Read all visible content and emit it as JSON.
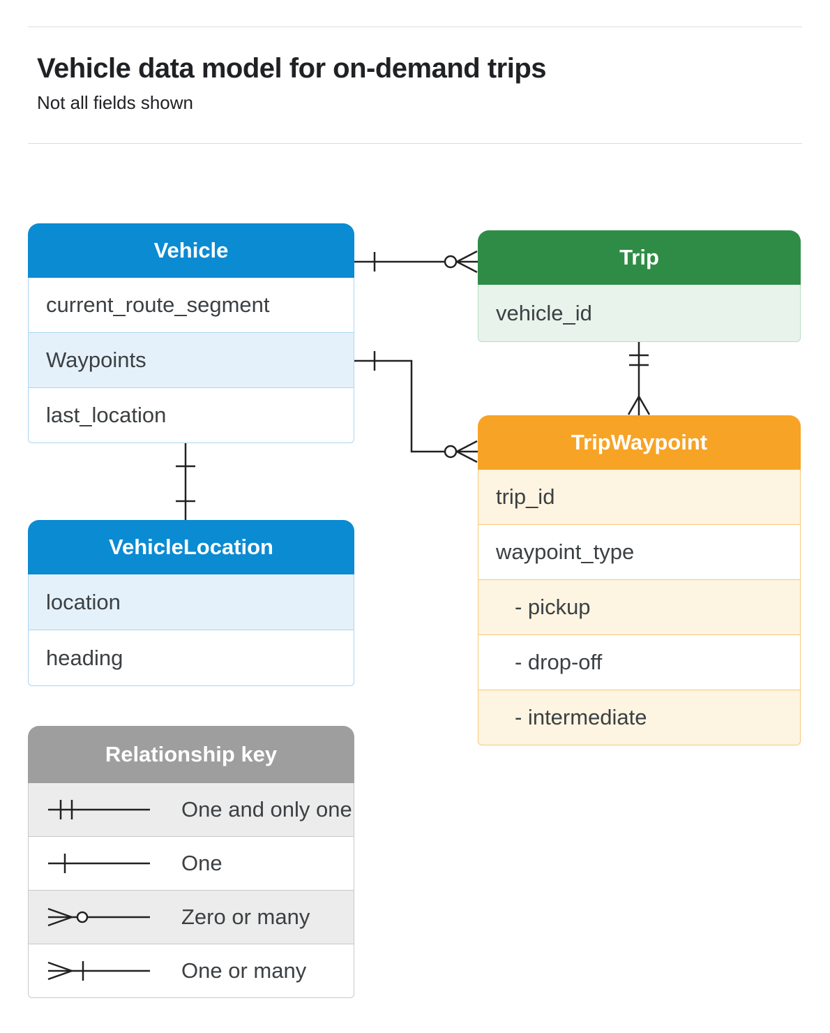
{
  "page": {
    "title": "Vehicle data model for on-demand trips",
    "subtitle": "Not all fields shown"
  },
  "tables": {
    "vehicle": {
      "title": "Vehicle",
      "rows": [
        "current_route_segment",
        "Waypoints",
        "last_location"
      ]
    },
    "trip": {
      "title": "Trip",
      "rows": [
        "vehicle_id"
      ]
    },
    "tripwaypoint": {
      "title": "TripWaypoint",
      "rows": [
        "trip_id",
        "waypoint_type",
        "- pickup",
        "- drop-off",
        "- intermediate"
      ]
    },
    "vehiclelocation": {
      "title": "VehicleLocation",
      "rows": [
        "location",
        "heading"
      ]
    }
  },
  "key": {
    "title": "Relationship key",
    "items": [
      {
        "label": "One and only one",
        "symbol": "one-and-only-one-icon"
      },
      {
        "label": "One",
        "symbol": "one-icon"
      },
      {
        "label": "Zero or many",
        "symbol": "zero-or-many-icon"
      },
      {
        "label": "One or many",
        "symbol": "one-or-many-icon"
      }
    ]
  },
  "relationships": [
    {
      "from": "Vehicle",
      "to": "Trip",
      "from_cardinality": "one",
      "to_cardinality": "zero-or-many"
    },
    {
      "from": "Vehicle.Waypoints",
      "to": "TripWaypoint",
      "from_cardinality": "one",
      "to_cardinality": "zero-or-many"
    },
    {
      "from": "Trip",
      "to": "TripWaypoint",
      "from_cardinality": "one-and-only-one",
      "to_cardinality": "many"
    },
    {
      "from": "Vehicle",
      "to": "VehicleLocation",
      "from_cardinality": "one",
      "to_cardinality": "one"
    }
  ],
  "colors": {
    "blue_header": "#0b8bd2",
    "blue_row": "#e4f1fb",
    "green_header": "#2f8c46",
    "green_row": "#e7f3eb",
    "orange_header": "#f7a325",
    "orange_row": "#fdf4e1",
    "gray_header": "#9e9e9e",
    "gray_row": "#ececec",
    "row_text": "#3c4043",
    "connector": "#212121",
    "divider": "#dadce0"
  }
}
